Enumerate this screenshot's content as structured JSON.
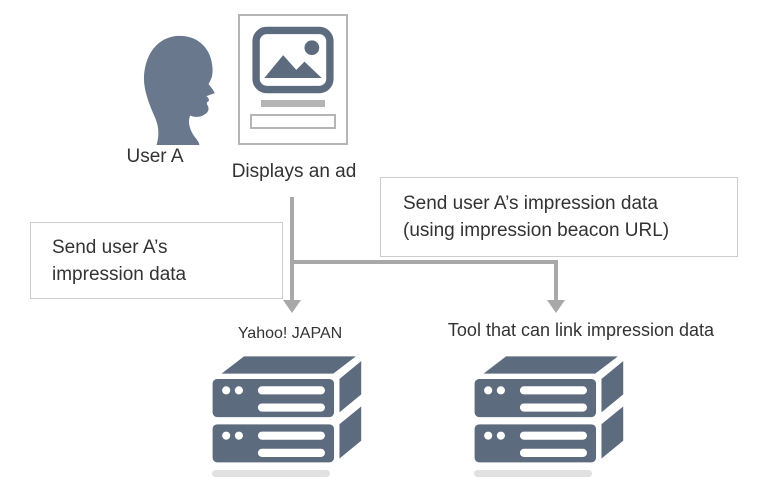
{
  "colors": {
    "slate": "#5d6b7e",
    "person_slate": "#69788d",
    "line_gray": "#a8a8a8",
    "box_border": "#cccccc",
    "frame_border": "#b5b5b5",
    "bar_gray": "#b5b5b5",
    "text_dark": "#333333"
  },
  "actors": {
    "user": {
      "label": "User A",
      "icon": "person-profile-silhouette"
    },
    "ad": {
      "label": "Displays an ad",
      "icon": "framed-ad-with-picture"
    }
  },
  "messages": {
    "left_box": {
      "line1": "Send user A’s",
      "line2": "impression data"
    },
    "right_box": {
      "line1": "Send user A’s impression data",
      "line2": "(using impression beacon URL)"
    }
  },
  "destinations": {
    "left": {
      "label": "Yahoo! JAPAN",
      "icon": "server-stack-3d"
    },
    "right": {
      "label": "Tool that can link impression data",
      "icon": "server-stack-3d"
    }
  }
}
